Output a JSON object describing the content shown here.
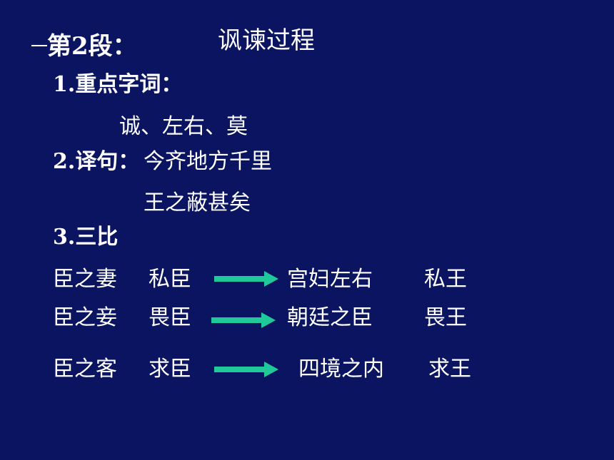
{
  "section_label": "第2段：",
  "title": "讽谏过程",
  "items": {
    "key_words_label": "1.重点字词：",
    "key_words": "诚、左右、莫",
    "translate_label": "2.译句：",
    "translate_line1": "今齐地方千里",
    "translate_line2": "王之蔽甚矣",
    "comparison_label": "3.三比"
  },
  "comparisons": [
    {
      "left": "臣之妻",
      "mid": "私臣",
      "right": "宫妇左右",
      "end": "私王"
    },
    {
      "left": "臣之妾",
      "mid": "畏臣",
      "right": "朝廷之臣",
      "end": "畏王"
    },
    {
      "left": "臣之客",
      "mid": "求臣",
      "right": "四境之内",
      "end": "求王"
    }
  ],
  "colors": {
    "background": "#0a1460",
    "text": "#ffffff",
    "arrow": "#1fc99a"
  },
  "icons": {
    "arrow": "right-arrow-icon"
  }
}
